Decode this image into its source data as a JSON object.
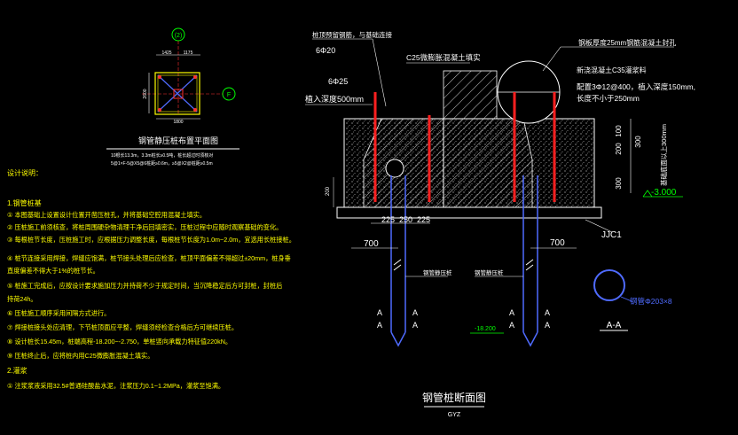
{
  "colors": {
    "background": "#000000",
    "annotation": "#ffffff",
    "notes": "#ffff00",
    "steel_pile": "#4f6bff",
    "rebar": "#ff2020",
    "axis_bubble": "#00ff00",
    "elevation": "#00ff00",
    "dimension": "#00ffff"
  },
  "plan": {
    "axis_top": "(2)",
    "axis_right": "F",
    "dim_top_left": "1425",
    "dim_top_right": "1175",
    "dim_left": "2600",
    "dim_bottom": "1800",
    "title": "钢管静压桩布置平面图",
    "note1": "10根长13.3m，3.3m桩长≥0.5吨，桩长超过时须核对",
    "note2": "5@1×F-5@X5@6桩距≥0.6m，≥5@X2@桩距≥0.5m"
  },
  "notes": {
    "heading": "设计说明：",
    "section1": "1.钢管桩基",
    "items": [
      "① 本图基础上设置设计位置开凿压桩孔，并将基础空腔用混凝土填实。",
      "② 压桩施工前须核查，将桩周围硬杂物清理干净后回填密实，压桩过程中应随时观察基础的变化。",
      "③ 每根桩节长度，压桩施工时，应根据压力调整长度，每根桩节长度为1.0m~2.0m，宜选用长桩接桩。",
      "④ 桩节连接采用焊接，焊缝应饱满，桩节接头处理后应检查，桩顶平面偏差不得超过±20mm，桩身垂",
      "直度偏差不得大于1%的桩节长。",
      "⑤ 桩施工完成后，应按设计要求施加压力并持荷不少于规定时间，当沉降稳定后方可封桩，封桩后",
      "持荷24h。",
      "⑥ 压桩施工顺序采用间隔方式进行。",
      "⑦ 焊接桩接头处应清理，下节桩顶面应平整，焊缝须经检查合格后方可继续压桩。",
      "⑧ 设计桩长15.45m，桩端高程-18.200~-2.750，单桩竖向承载力特征值220kN。",
      "⑨ 压桩终止后，应将桩内用C25微膨胀混凝土填实。"
    ],
    "section2": "2.灌浆",
    "item_grout": "① 注浆浆液采用32.5#普通硅酸盐水泥，注浆压力0.1~1.2MPa，灌浆至饱满。"
  },
  "section": {
    "label_anchor": "桩顶预留钢筋，与基础连接",
    "label_c25": "C25微膨胀混凝土填实",
    "label_rebar_left": "6Φ20",
    "label_rebar_left_b": "6Φ25",
    "label_embed": "植入深度500mm",
    "label_steel": "钢板厚度25mm钢筋混凝土封孔",
    "label_c35": "新浇混凝土C35灌浆料",
    "label_c35_b": "配置3Φ12@400，植入深度150mm,",
    "label_c35_c": "长度不小于250mm",
    "label_right_vert": "基础底面以上300mm",
    "dim_200": "200",
    "dim_100": "100",
    "dim_300": "300",
    "dim_300_b": "300",
    "dim_left_200": "200",
    "dim_225a": "225",
    "dim_250": "250",
    "dim_225b": "225",
    "dim_700_left": "700",
    "dim_700_right": "700",
    "elev_right": "-3.000",
    "elev_bottom": "-18.200",
    "jjc": "JJC1",
    "pile_label_left": "钢管静压桩",
    "pile_label_right": "钢管静压桩",
    "section_mark": "A",
    "title": "钢管桩断面图",
    "subtitle": "GYZ",
    "aa_title": "A-A",
    "aa_label": "钢管Φ203×8"
  }
}
